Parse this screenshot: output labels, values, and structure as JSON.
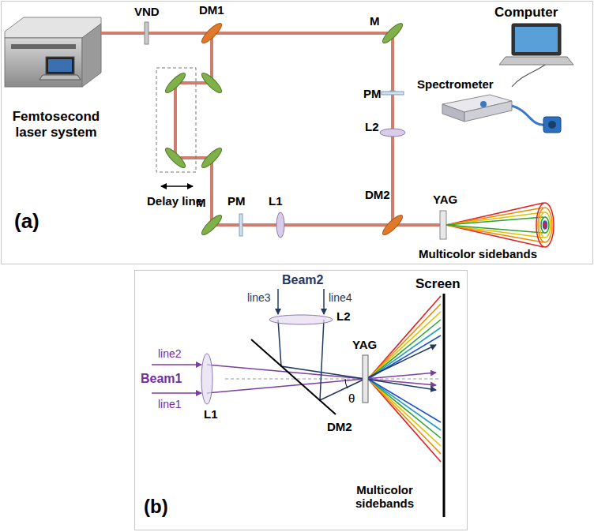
{
  "diagram": {
    "labels": [
      "VND",
      "DM1",
      "M",
      "Computer",
      "Femtosecond laser system",
      "PM",
      "Spectrometer",
      "L2",
      "Delay line",
      "DM2",
      "M",
      "PM",
      "L1",
      "YAG",
      "(a)",
      "Multicolor sidebands",
      "Beam2",
      "line3",
      "line4",
      "Screen",
      "L2",
      "line2",
      "Beam1",
      "line1",
      "L1",
      "YAG",
      "DM2",
      "θ",
      "Multicolor sidebands",
      "(b)"
    ]
  }
}
